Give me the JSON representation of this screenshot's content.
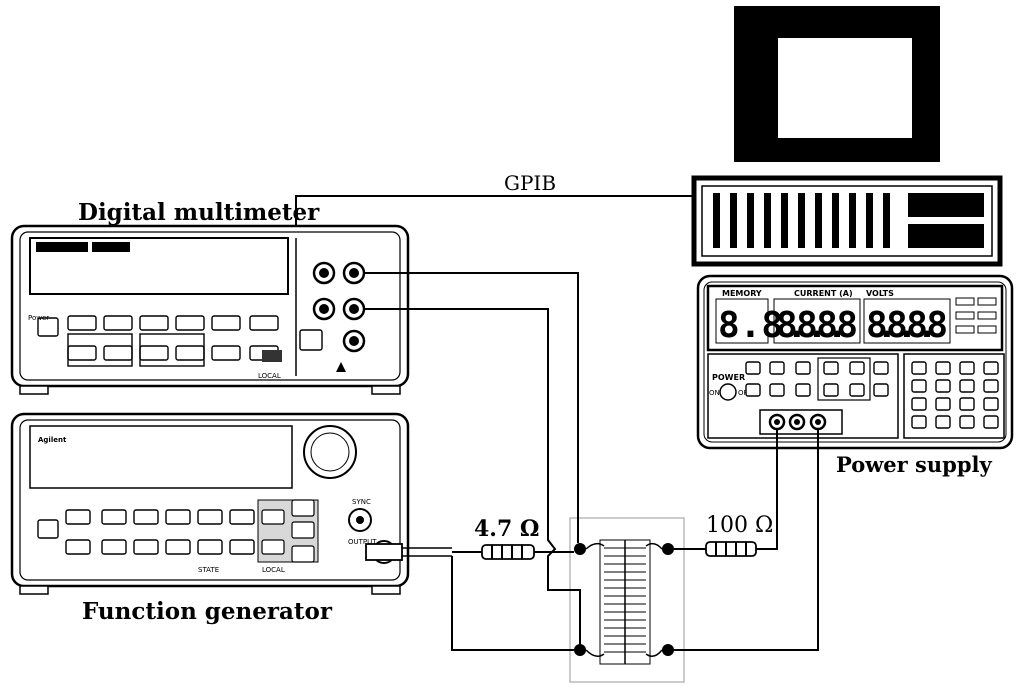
{
  "labels": {
    "gpib": "GPIB",
    "multimeter": "Digital multimeter",
    "function_generator": "Function generator",
    "power_supply": "Power supply",
    "resistor_1": "4.7 Ω",
    "resistor_2": "100 Ω"
  },
  "power_supply_panel": {
    "memory": "MEMORY",
    "current": "CURRENT (A)",
    "volts": "VOLTS",
    "power": "POWER",
    "on": "ON",
    "off": "OFF",
    "memory_digits": "8.8",
    "current_digits": "8.8.8.8",
    "volts_digits": "8.8.8.8"
  },
  "function_generator_panel": {
    "brand": "Agilent",
    "sync": "SYNC",
    "output": "OUTPUT",
    "local": "LOCAL",
    "state": "STATE"
  },
  "multimeter_panel": {
    "power": "Power",
    "local": "LOCAL"
  }
}
